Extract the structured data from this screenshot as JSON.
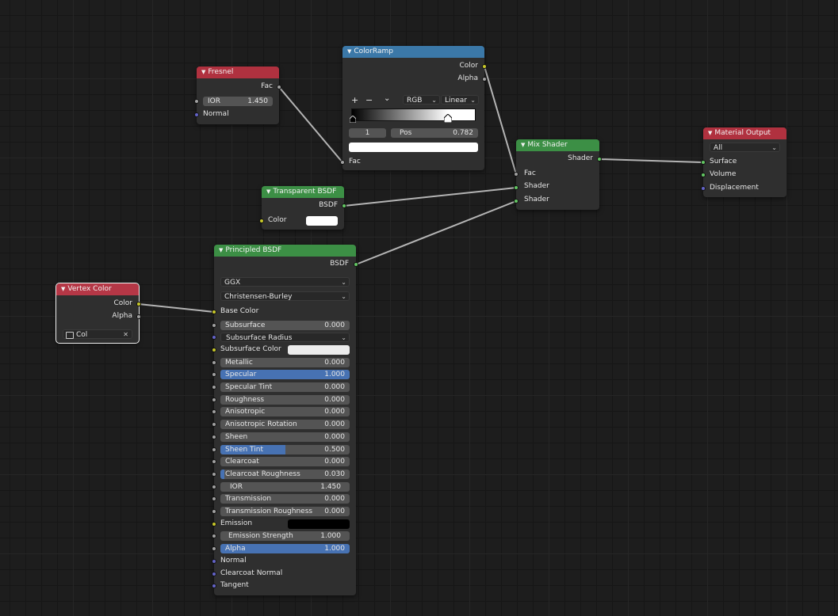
{
  "colors": {
    "socket_float": "#a1a1a1",
    "socket_shader": "#63c763",
    "socket_color": "#c7c729",
    "socket_vector": "#6363c7",
    "header_input": "#b0313f",
    "header_shader": "#3c8f45",
    "header_converter": "#3b78a8",
    "field_highlight": "#4772b3"
  },
  "fresnel": {
    "title": "Fresnel",
    "out_fac": "Fac",
    "ior_label": "IOR",
    "ior_value": "1.450",
    "normal": "Normal"
  },
  "colorramp": {
    "title": "ColorRamp",
    "out_color": "Color",
    "out_alpha": "Alpha",
    "add": "+",
    "remove": "−",
    "menu": "⌄",
    "color_mode": "RGB",
    "interpolation": "Linear",
    "stop_index": "1",
    "pos_label": "Pos",
    "pos_value": "0.782",
    "stop_color": "#ffffff",
    "in_fac": "Fac"
  },
  "mix": {
    "title": "Mix Shader",
    "out_shader": "Shader",
    "in_fac": "Fac",
    "in_shader1": "Shader",
    "in_shader2": "Shader"
  },
  "output": {
    "title": "Material Output",
    "target": "All",
    "surface": "Surface",
    "volume": "Volume",
    "displacement": "Displacement"
  },
  "transparent": {
    "title": "Transparent BSDF",
    "out_bsdf": "BSDF",
    "color_label": "Color",
    "color_value": "#ffffff"
  },
  "vertex": {
    "title": "Vertex Color",
    "out_color": "Color",
    "out_alpha": "Alpha",
    "layer": "Col",
    "clear": "✕"
  },
  "principled": {
    "title": "Principled BSDF",
    "out_bsdf": "BSDF",
    "distribution": "GGX",
    "subsurface_method": "Christensen-Burley",
    "base_color": "Base Color",
    "subsurface_label": "Subsurface",
    "subsurface_value": "0.000",
    "subsurface_radius": "Subsurface Radius",
    "subsurface_color": "Subsurface Color",
    "subsurface_color_value": "#ececec",
    "metallic_label": "Metallic",
    "metallic_value": "0.000",
    "specular_label": "Specular",
    "specular_value": "1.000",
    "specular_tint_label": "Specular Tint",
    "specular_tint_value": "0.000",
    "roughness_label": "Roughness",
    "roughness_value": "0.000",
    "anisotropic_label": "Anisotropic",
    "anisotropic_value": "0.000",
    "anisotropic_rotation_label": "Anisotropic Rotation",
    "anisotropic_rotation_value": "0.000",
    "sheen_label": "Sheen",
    "sheen_value": "0.000",
    "sheen_tint_label": "Sheen Tint",
    "sheen_tint_value": "0.500",
    "clearcoat_label": "Clearcoat",
    "clearcoat_value": "0.000",
    "clearcoat_roughness_label": "Clearcoat Roughness",
    "clearcoat_roughness_value": "0.030",
    "ior_label": "IOR",
    "ior_value": "1.450",
    "transmission_label": "Transmission",
    "transmission_value": "0.000",
    "transmission_roughness_label": "Transmission Roughness",
    "transmission_roughness_value": "0.000",
    "emission": "Emission",
    "emission_value": "#000000",
    "emission_strength_label": "Emission Strength",
    "emission_strength_value": "1.000",
    "alpha_label": "Alpha",
    "alpha_value": "1.000",
    "normal": "Normal",
    "clearcoat_normal": "Clearcoat Normal",
    "tangent": "Tangent"
  }
}
